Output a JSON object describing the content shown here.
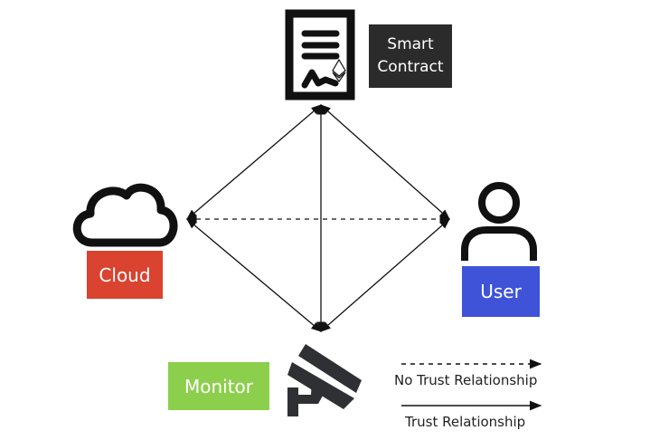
{
  "nodes": {
    "smart_contract": {
      "label_line1": "Smart",
      "label_line2": "Contract",
      "color": "#2b2b2b",
      "icon": "contract-icon"
    },
    "cloud": {
      "label": "Cloud",
      "color": "#d9432f",
      "icon": "cloud-icon"
    },
    "user": {
      "label": "User",
      "color": "#3e53d8",
      "icon": "user-icon"
    },
    "monitor": {
      "label": "Monitor",
      "color": "#8ccf4c",
      "icon": "security-camera-icon"
    }
  },
  "edges": [
    {
      "from": "smart_contract",
      "to": "cloud",
      "style": "solid",
      "bidirectional": true
    },
    {
      "from": "smart_contract",
      "to": "user",
      "style": "solid",
      "bidirectional": true
    },
    {
      "from": "smart_contract",
      "to": "monitor",
      "style": "solid",
      "bidirectional": true
    },
    {
      "from": "cloud",
      "to": "monitor",
      "style": "solid",
      "bidirectional": true
    },
    {
      "from": "user",
      "to": "monitor",
      "style": "solid",
      "bidirectional": true
    },
    {
      "from": "cloud",
      "to": "user",
      "style": "dashed",
      "bidirectional": true
    }
  ],
  "legend": {
    "dashed_label": "No Trust Relationship",
    "solid_label": "Trust Relationship"
  }
}
